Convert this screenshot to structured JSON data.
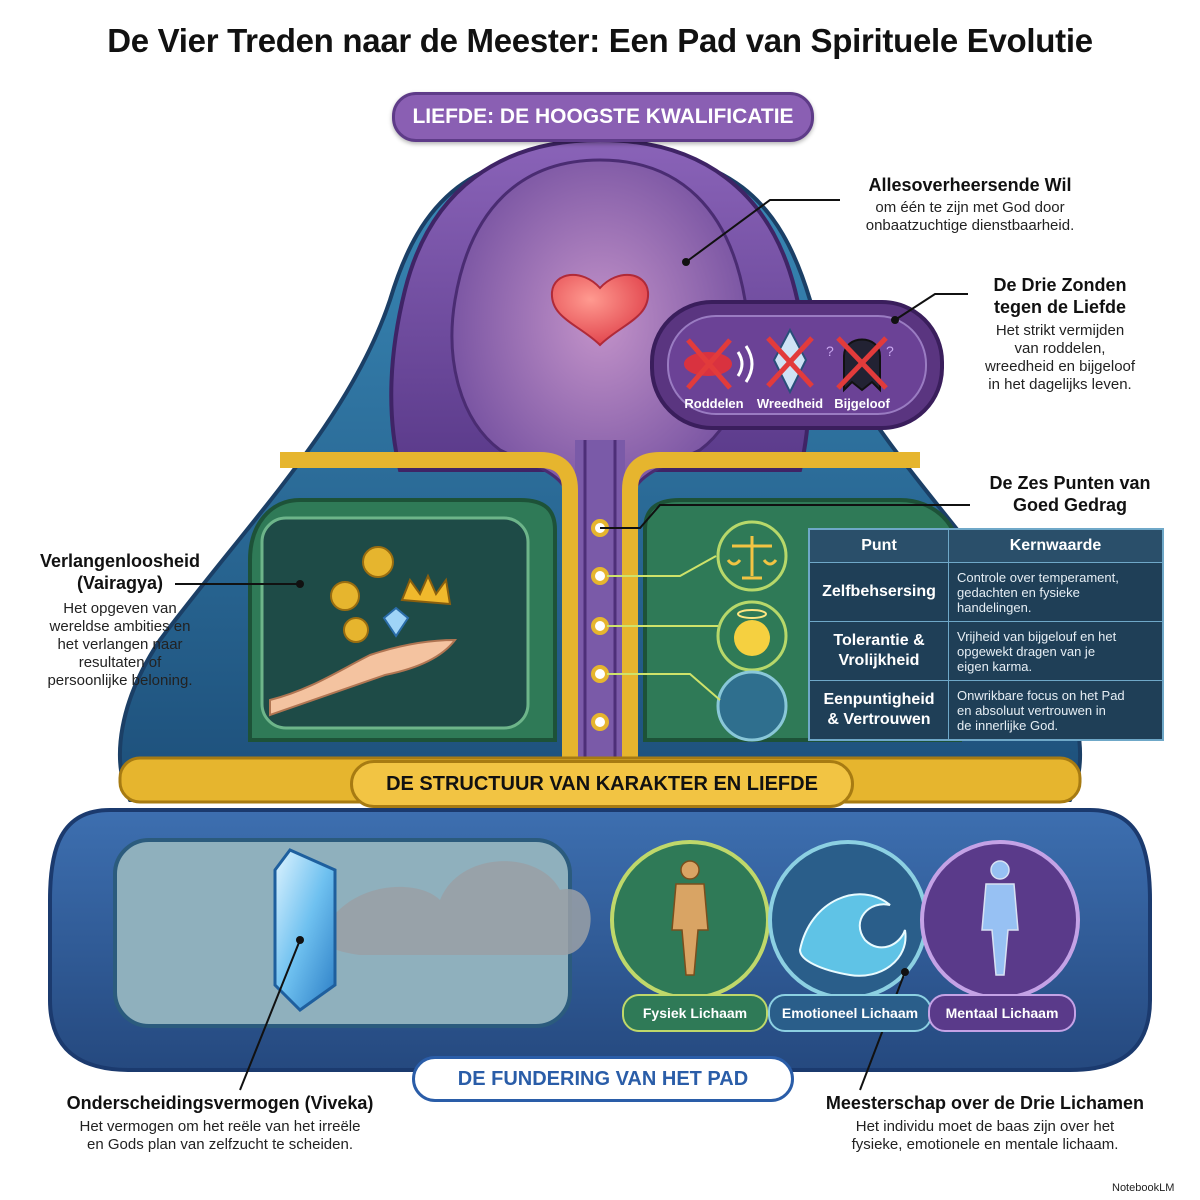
{
  "title": "De Vier Treden naar de Meester: Een Pad van Spirituele Evolutie",
  "labels": {
    "top_pill": "LIEFDE: DE HOOGSTE KWALIFICATIE",
    "middle_banner": "DE STRUCTUUR VAN KARAKTER EN LIEFDE",
    "bottom_pill": "DE FUNDERING VAN HET PAD"
  },
  "annotations": {
    "wil": {
      "title": "Allesoverheersende Wil",
      "body_1": "om één te zijn met God door",
      "body_2": "onbaatzuchtige dienstbaarheid."
    },
    "zonden": {
      "title_1": "De Drie Zonden",
      "title_2": "tegen de Liefde",
      "body_1": "Het strikt vermijden",
      "body_2": "van roddelen,",
      "body_3": "wreedheid en bijgeloof",
      "body_4": "in het dagelijks leven."
    },
    "zes_punten": {
      "title_1": "De Zes Punten van",
      "title_2": "Goed Gedrag"
    },
    "vairagya": {
      "title_1": "Verlangenloosheid",
      "title_2": "(Vairagya)",
      "body_1": "Het opgeven van",
      "body_2": "wereldse ambities en",
      "body_3": "het verlangen naar",
      "body_4": "resultaten of",
      "body_5": "persoonlijke beloning."
    },
    "viveka": {
      "title": "Onderscheidingsvermogen (Viveka)",
      "body_1": "Het vermogen om het reële van het irreële",
      "body_2": "en Gods plan van zelfzucht te scheiden."
    },
    "meesterschap": {
      "title": "Meesterschap over de Drie Lichamen",
      "body_1": "Het individu moet de baas zijn over het",
      "body_2": "fysieke, emotionele en mentale lichaam."
    }
  },
  "sins": [
    {
      "label": "Roddelen",
      "icon": "lips-sound-crossed-icon"
    },
    {
      "label": "Wreedheid",
      "icon": "shard-crossed-icon"
    },
    {
      "label": "Bijgeloof",
      "icon": "ghost-crossed-icon"
    }
  ],
  "table": {
    "headers": [
      "Punt",
      "Kernwaarde"
    ],
    "rows": [
      {
        "punt_1": "Zelfbehsersing",
        "punt_2": "",
        "waarde_1": "Controle over temperament,",
        "waarde_2": "gedachten en fysieke",
        "waarde_3": "handelingen."
      },
      {
        "punt_1": "Tolerantie &",
        "punt_2": "Vrolijkheid",
        "waarde_1": "Vrijheid van bijgelouf en het",
        "waarde_2": "opgewekt dragen van je",
        "waarde_3": "eigen karma."
      },
      {
        "punt_1": "Eenpuntigheid",
        "punt_2": "& Vertrouwen",
        "waarde_1": "Onwrikbare focus on het Pad",
        "waarde_2": "en absoluut vertrouwen in",
        "waarde_3": "de innerlijke God."
      }
    ]
  },
  "bodies": [
    "Fysiek Lichaam",
    "Emotioneel Lichaam",
    "Mentaal Lichaam"
  ],
  "logo": "NotebookLM",
  "colors": {
    "purple": "#7b4fa6",
    "green": "#2f7a57",
    "blue": "#2a5da8",
    "gold": "#e6b52e",
    "teal": "#1f3f57"
  }
}
